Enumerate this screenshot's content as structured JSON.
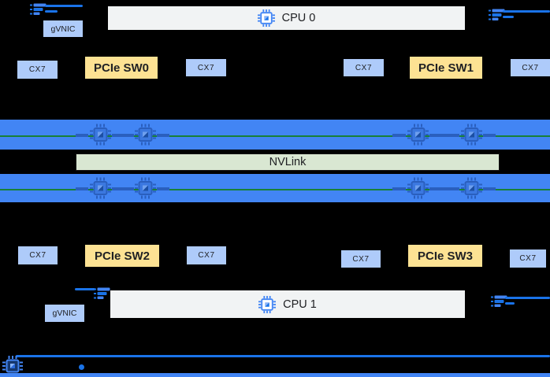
{
  "diagram": {
    "cpu0": {
      "label": "CPU 0"
    },
    "cpu1": {
      "label": "CPU 1"
    },
    "gvnic_top": {
      "label": "gVNIC"
    },
    "gvnic_bottom": {
      "label": "gVNIC"
    },
    "nvlink": {
      "label": "NVLink"
    },
    "top_row": [
      {
        "label": "CX7"
      },
      {
        "label": "PCIe SW0"
      },
      {
        "label": "CX7"
      },
      {
        "label": "CX7"
      },
      {
        "label": "PCIe SW1"
      },
      {
        "label": "CX7"
      }
    ],
    "bottom_row": [
      {
        "label": "CX7"
      },
      {
        "label": "PCIe SW2"
      },
      {
        "label": "CX7"
      },
      {
        "label": "CX7"
      },
      {
        "label": "PCIe SW3"
      },
      {
        "label": "CX7"
      }
    ]
  },
  "icons": {
    "cpu_chip": "chip-icon",
    "gpu_chip": "gpu-chip-icon",
    "nic": "network-interface-icon",
    "strip_chip": "chip-icon-dark"
  },
  "colors": {
    "bg": "#000000",
    "band_blue": "#4285f4",
    "green_line": "#188038",
    "nic_fill": "#aecbfa",
    "pcie_fill": "#fde293",
    "cpu_fill": "#f1f3f4",
    "nvlink_fill": "#d9e7d2",
    "text_dark": "#202124",
    "line_blue": "#1a73e8",
    "chip_dark": "#2a5fbe"
  }
}
